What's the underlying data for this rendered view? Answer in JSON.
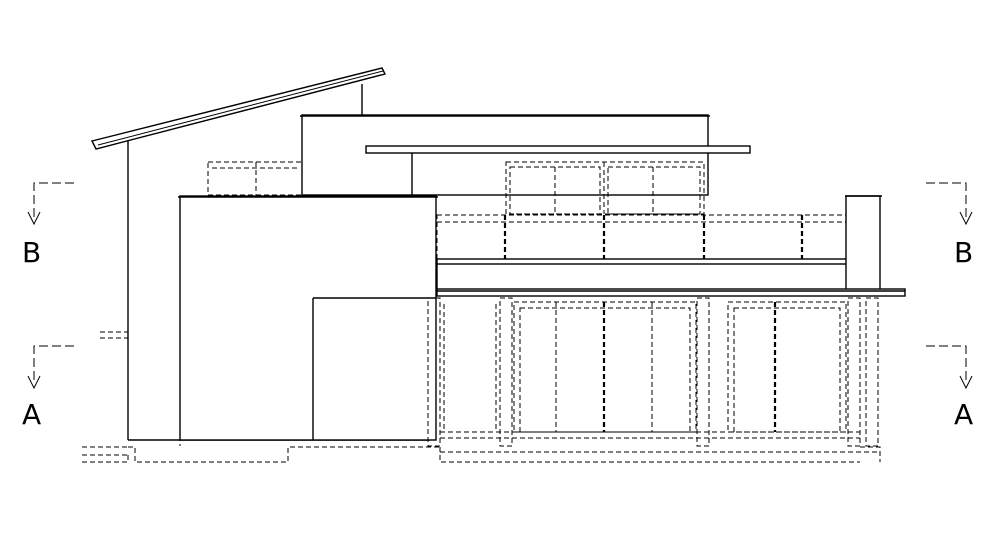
{
  "drawing": {
    "section_markers": [
      {
        "id": "left-B",
        "letter": "B"
      },
      {
        "id": "right-B",
        "letter": "B"
      },
      {
        "id": "left-A",
        "letter": "A"
      },
      {
        "id": "right-A",
        "letter": "A"
      }
    ]
  }
}
